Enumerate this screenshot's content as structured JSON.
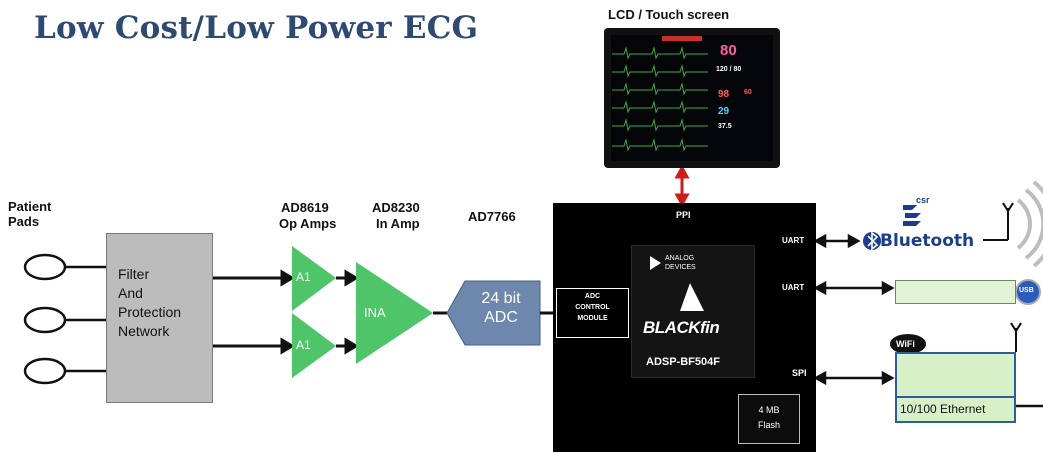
{
  "title": "Low Cost/Low Power ECG",
  "labels": {
    "patient_pads": "Patient\nPads",
    "filter": "Filter\nAnd\nProtection\nNetwork",
    "opamp_part": "AD8619",
    "opamp_desc": "Op Amps",
    "inamp_part": "AD8230",
    "inamp_desc": "In Amp",
    "adc_part": "AD7766",
    "opamp_block": "A1",
    "inamp_block": "INA",
    "adc_block": "24 bit\nADC",
    "adc_module": "ADC\nCONTROL\nMODULE",
    "lcd": "LCD / Touch screen",
    "ppi": "PPI",
    "uart1": "UART",
    "uart2": "UART",
    "spi": "SPI",
    "analog_devices": "ANALOG\nDEVICES",
    "blackfin": "BLACKfin",
    "processor": "ADSP-BF504F",
    "flash": "4 MB\nFlash",
    "bluetooth": "Bluetooth",
    "csr": "csr",
    "usb": "USB",
    "wifi": "WiFi",
    "ethernet": "10/100 Ethernet"
  },
  "screen_values": [
    "80",
    "120 / 80",
    "98",
    "60",
    "29",
    "37.5"
  ],
  "colors": {
    "title": "#2f4a72",
    "amp_green": "#4fc56a",
    "adc_blue": "#6d87ad",
    "chip_black": "#000000",
    "filter_gray": "#bcbcbc",
    "arrow_red": "#d11a1a",
    "ethernet_border": "#2c5d9e",
    "ethernet_fill": "#d8f0c8"
  }
}
